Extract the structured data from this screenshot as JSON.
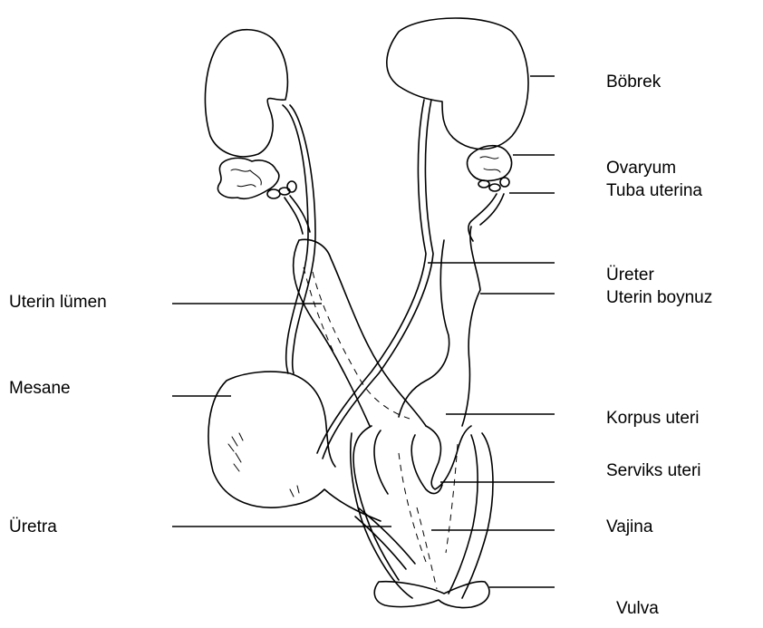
{
  "labels": {
    "bobrek": "Böbrek",
    "ovaryum": "Ovaryum",
    "tuba_uterina": "Tuba uterina",
    "ureter": "Üreter",
    "uterin_boynuz": "Uterin boynuz",
    "uterin_lumen": "Uterin lümen",
    "mesane": "Mesane",
    "korpus_uteri": "Korpus uteri",
    "serviks_uteri": "Serviks uteri",
    "uretra": "Üretra",
    "vajina": "Vajina",
    "vulva": "Vulva"
  },
  "colors": {
    "ink": "#000000",
    "background": "#ffffff"
  }
}
